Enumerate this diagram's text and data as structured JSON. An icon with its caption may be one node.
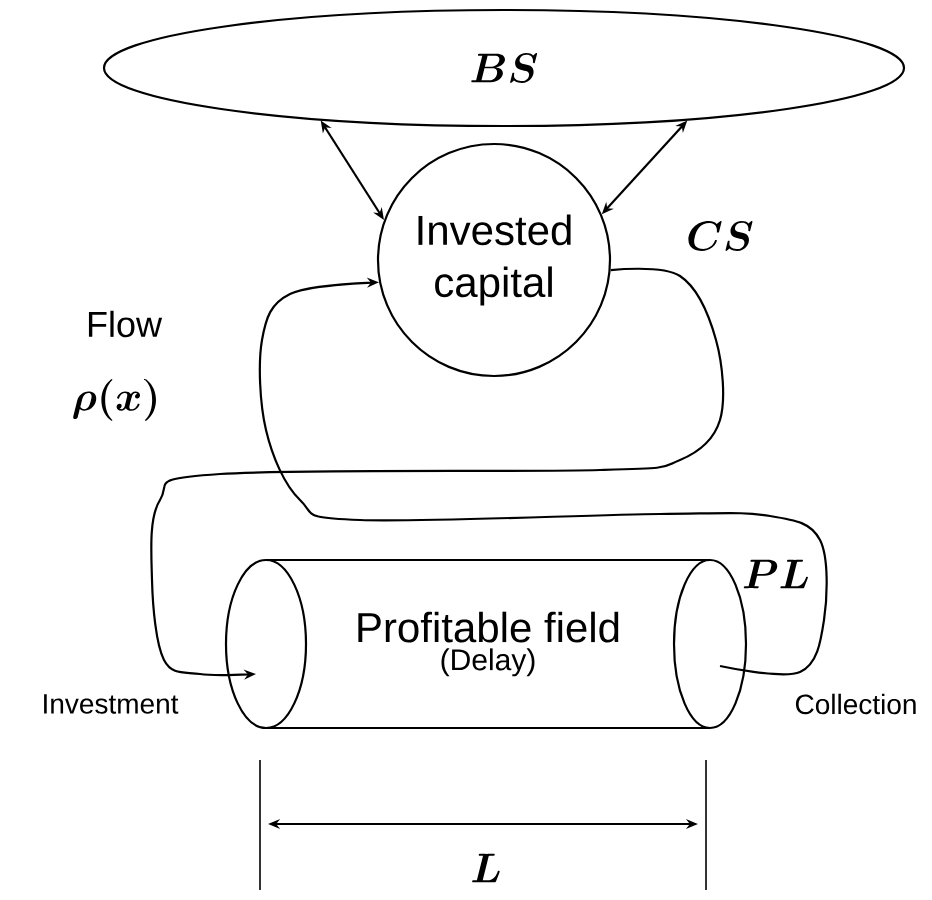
{
  "diagram": {
    "nodes": [
      {
        "text": [
          "BS"
        ]
      },
      {
        "text": [
          "Invested capital"
        ]
      },
      {
        "text": [
          "Profitable field",
          "(Delay)"
        ]
      }
    ],
    "edges": [
      {
        "from": 0,
        "to": 1,
        "arrow": "both"
      },
      {
        "from": 0,
        "to": 1,
        "arrow": "both"
      },
      {
        "from": 1,
        "to": 2,
        "arrow": "to"
      },
      {
        "from": 2,
        "to": 1,
        "arrow": "to"
      }
    ],
    "labels": [
      "Flow",
      "\\rho(x)",
      "CS",
      "PL",
      "Investment",
      "Collection",
      "L"
    ]
  }
}
